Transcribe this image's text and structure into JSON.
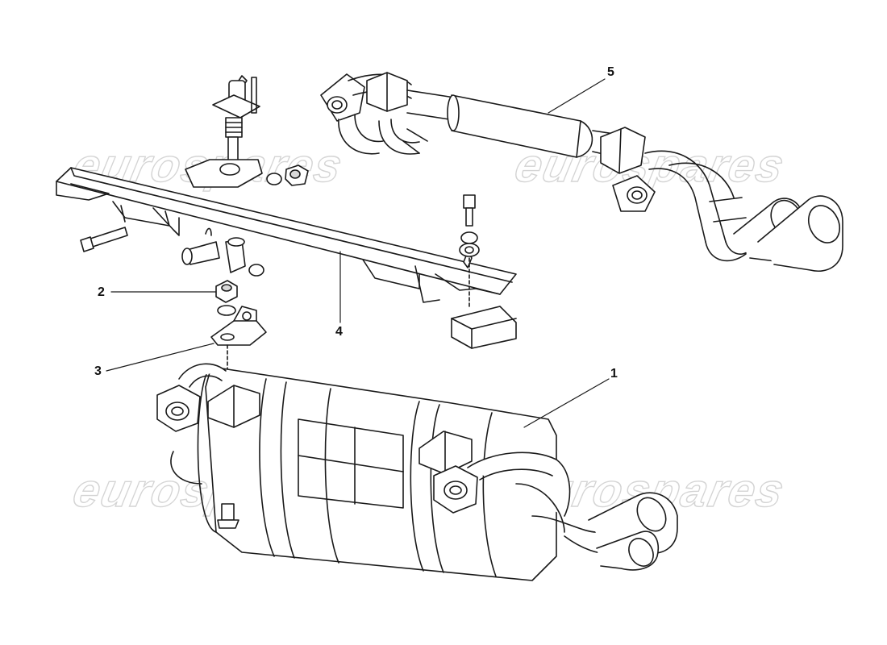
{
  "diagram": {
    "watermark_text": "eurospares",
    "callouts": [
      {
        "id": "1",
        "label": "1"
      },
      {
        "id": "2",
        "label": "2"
      },
      {
        "id": "3",
        "label": "3"
      },
      {
        "id": "4",
        "label": "4"
      },
      {
        "id": "5",
        "label": "5"
      }
    ]
  },
  "colors": {
    "line": "#1a1a1a",
    "part_fill": "#ffffff",
    "shade": "#cfcfcf",
    "watermark": "#d4d4d4"
  }
}
